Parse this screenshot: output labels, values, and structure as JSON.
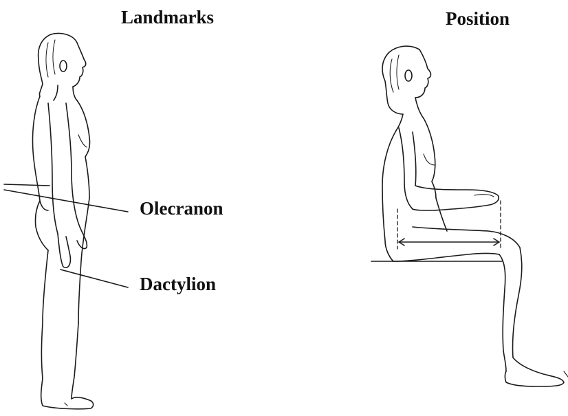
{
  "figure": {
    "left_heading": "Landmarks",
    "right_heading": "Position",
    "landmarks": [
      {
        "name": "Olecranon"
      },
      {
        "name": "Dactylion"
      }
    ]
  }
}
